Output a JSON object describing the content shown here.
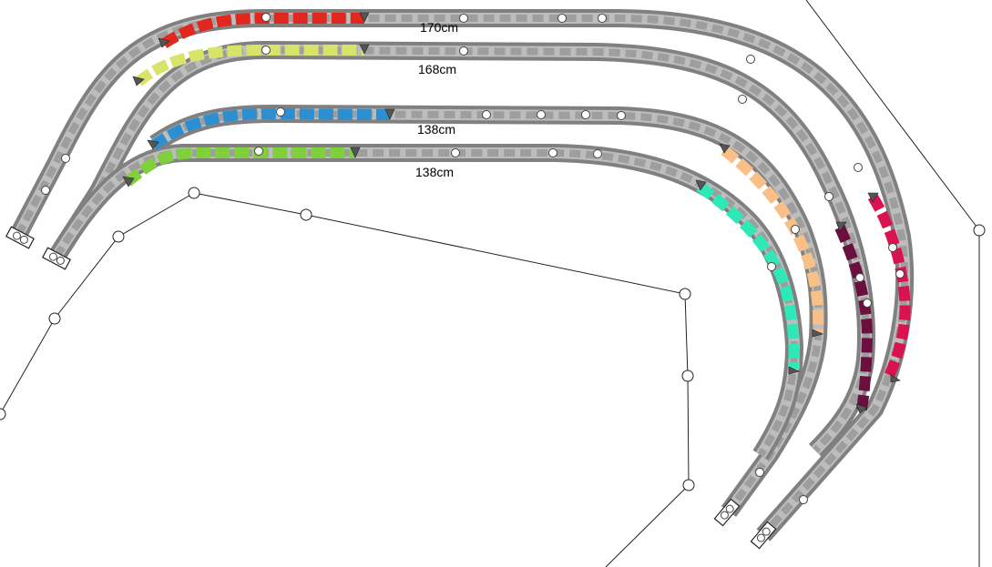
{
  "colors": {
    "rail": "#808080",
    "bed": "#bdbdbd",
    "sleeper": "#9e9e9e",
    "background": "#ffffff",
    "outline": "#222222"
  },
  "track_labels": [
    {
      "id": "t1",
      "text": "170cm"
    },
    {
      "id": "t2",
      "text": "168cm"
    },
    {
      "id": "t3",
      "text": "138cm"
    },
    {
      "id": "t4",
      "text": "138cm"
    }
  ],
  "blocks": [
    {
      "id": "t1-red",
      "track": "t1",
      "color": "#e2281e"
    },
    {
      "id": "t2-yellow",
      "track": "t2",
      "color": "#d8e36a"
    },
    {
      "id": "t3-blue",
      "track": "t3",
      "color": "#2d8fd0"
    },
    {
      "id": "t4-green",
      "track": "t4",
      "color": "#80d03c"
    },
    {
      "id": "t1-magenta",
      "track": "t1",
      "color": "#d9134f"
    },
    {
      "id": "t2-purple",
      "track": "t2",
      "color": "#6a0f3e"
    },
    {
      "id": "t3-peach",
      "track": "t3",
      "color": "#f8c087"
    },
    {
      "id": "t4-mint",
      "track": "t4",
      "color": "#2ee8b8"
    }
  ],
  "icons": {
    "bumper": "buffer-stop-icon",
    "arrow": "direction-arrow-icon",
    "node": "node-circle-icon"
  }
}
